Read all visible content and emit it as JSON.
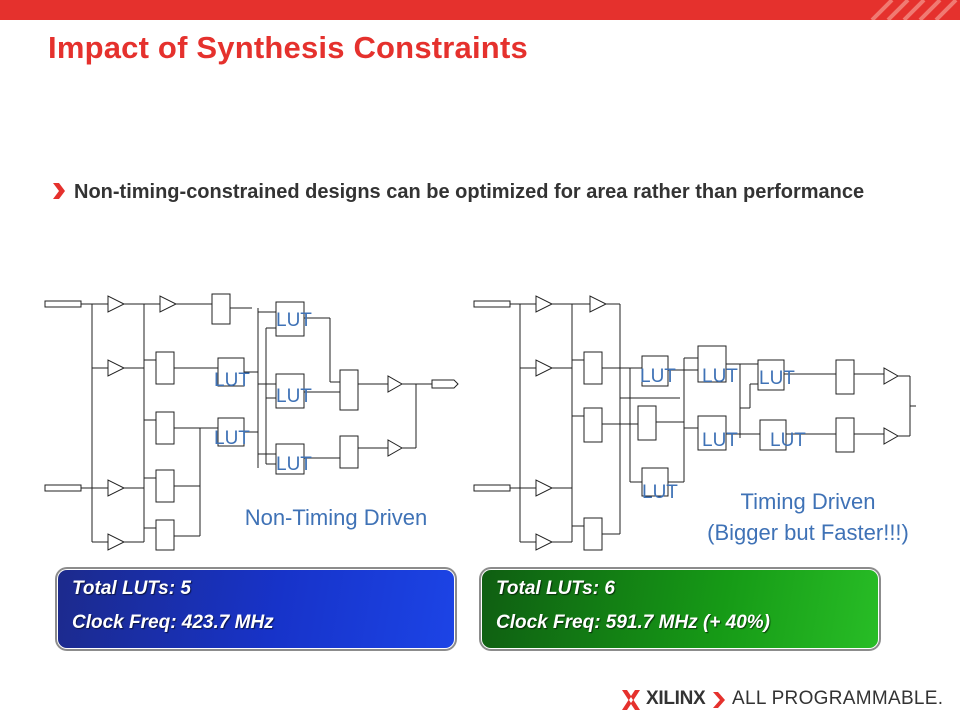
{
  "slide": {
    "title": "Impact of Synthesis Constraints",
    "bullet": "Non-timing-constrained designs can be optimized for area rather than performance",
    "accent_color": "#e5312d"
  },
  "left_diagram": {
    "caption": "Non-Timing Driven",
    "lut_label": "LUT",
    "lut_count_shown": 5
  },
  "right_diagram": {
    "caption_line1": "Timing Driven",
    "caption_line2": "(Bigger but Faster!!!)",
    "lut_label": "LUT",
    "lut_count_shown": 6
  },
  "left_stats": {
    "luts": "Total  LUTs: 5",
    "clock": "Clock  Freq: 423.7 MHz",
    "color": "#1733c9"
  },
  "right_stats": {
    "luts": "Total  LUTs: 6",
    "clock": "Clock  Freq: 591.7 MHz (+ 40%)",
    "color": "#169a16"
  },
  "footer": {
    "brand": "XILINX",
    "tagline": "ALL PROGRAMMABLE."
  }
}
